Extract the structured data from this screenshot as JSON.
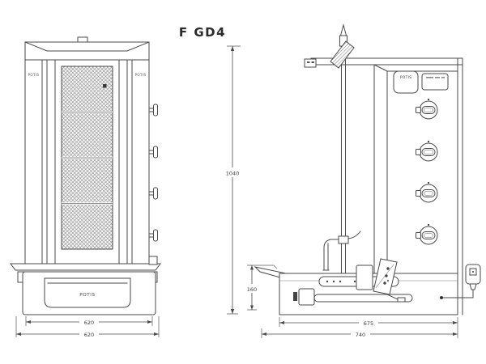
{
  "title": "F GD4",
  "views": {
    "front": {
      "column_brand_left": "POTIS",
      "column_brand_right": "POTIS",
      "drawer_brand": "POTIS",
      "dimensions": {
        "upper_width": "620",
        "overall_width": "620",
        "overall_height": "1040"
      }
    },
    "side": {
      "badge_brand": "POTIS",
      "dimensions": {
        "base_height": "160",
        "body_depth": "675",
        "overall_depth": "740"
      }
    }
  },
  "colors": {
    "background": "#ffffff",
    "line": "#4a4a4a",
    "text": "#3a3a3a",
    "mesh": "#8f8f8f"
  }
}
